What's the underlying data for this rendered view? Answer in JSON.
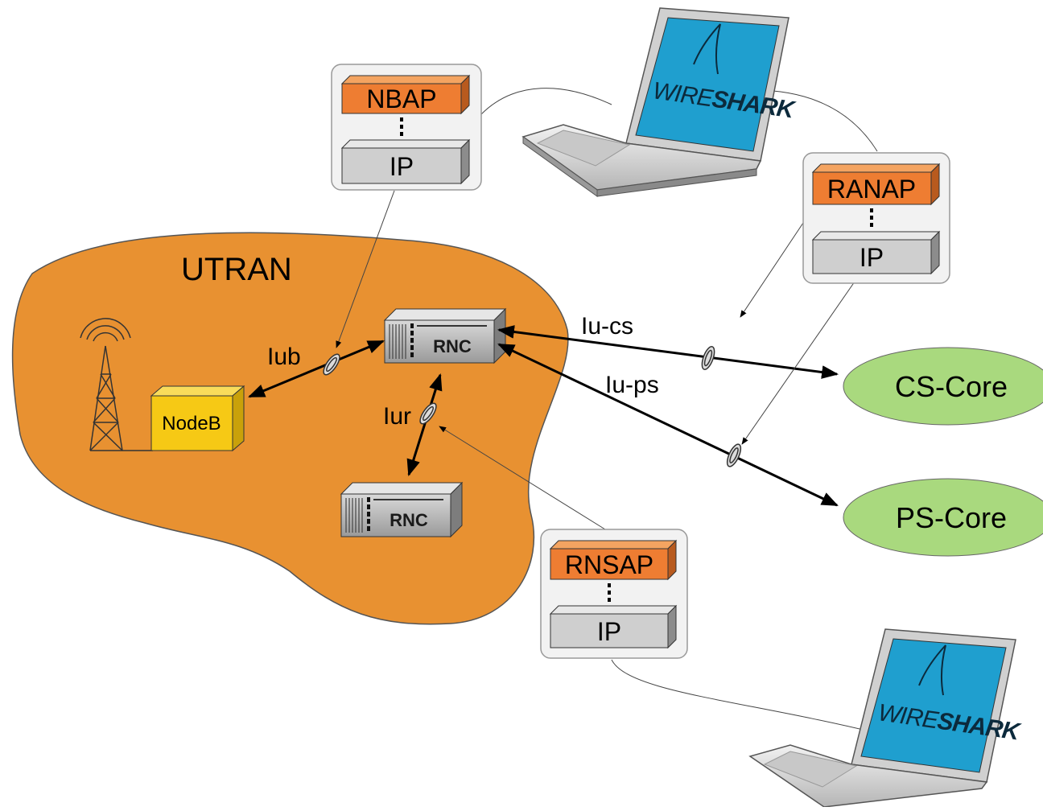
{
  "region": {
    "label": "UTRAN",
    "color": "#e89131"
  },
  "interfaces": {
    "iub": "Iub",
    "iur": "Iur",
    "iu_cs": "Iu-cs",
    "iu_ps": "Iu-ps"
  },
  "nodes": {
    "nodeb": "NodeB",
    "rnc_top": "RNC",
    "rnc_bottom": "RNC",
    "cs_core": "CS-Core",
    "ps_core": "PS-Core"
  },
  "stacks": {
    "nbap": {
      "top": "NBAP",
      "bottom": "IP"
    },
    "ranap": {
      "top": "RANAP",
      "bottom": "IP"
    },
    "rnsap": {
      "top": "RNSAP",
      "bottom": "IP"
    }
  },
  "laptops": {
    "brand_a": "WIRE",
    "brand_b": "SHARK"
  },
  "colors": {
    "protocol_layer": "#ee7d32",
    "ip_layer": "#cfcfcf",
    "core": "#a9d97e",
    "nodeb": "#f6c915",
    "screen": "#1f9fcf"
  }
}
